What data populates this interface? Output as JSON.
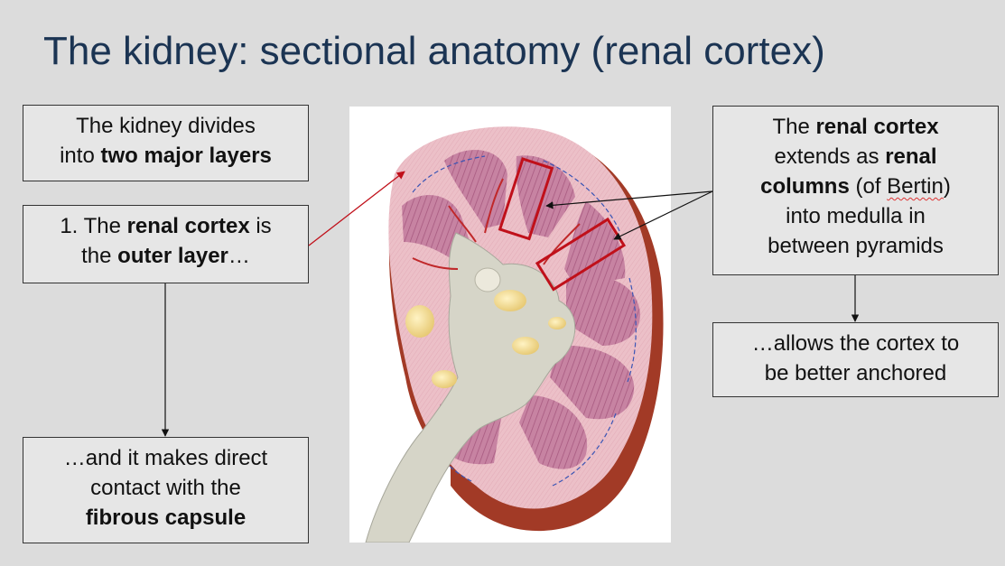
{
  "title": "The kidney: sectional anatomy (renal cortex)",
  "box1": {
    "l1": "The kidney divides",
    "l2a": "into ",
    "l2b": "two major layers"
  },
  "box2": {
    "l1a": "1. The ",
    "l1b": "renal cortex",
    "l1c": " is",
    "l2a": "the ",
    "l2b": "outer layer",
    "l2c": "…"
  },
  "box3": {
    "l1": "…and it makes direct",
    "l2": "contact with the",
    "l3": "fibrous capsule"
  },
  "box4": {
    "l1a": "The ",
    "l1b": "renal cortex",
    "l2a": "extends as ",
    "l2b": "renal",
    "l3a": "columns",
    "l3b": " (of ",
    "l3c": "Bertin",
    "l3d": ")",
    "l4": "into medulla in",
    "l5": "between pyramids"
  },
  "box5": {
    "l1": "…allows the cortex to",
    "l2": "be better anchored"
  },
  "colors": {
    "title": "#1b3453",
    "background": "#dcdcdc",
    "highlight": "#c0101a",
    "cortex": "#e7b6c0",
    "medulla_pyramid": "#c27b9c",
    "capsule": "#a23a26",
    "pelvis": "#d6d5c8"
  }
}
